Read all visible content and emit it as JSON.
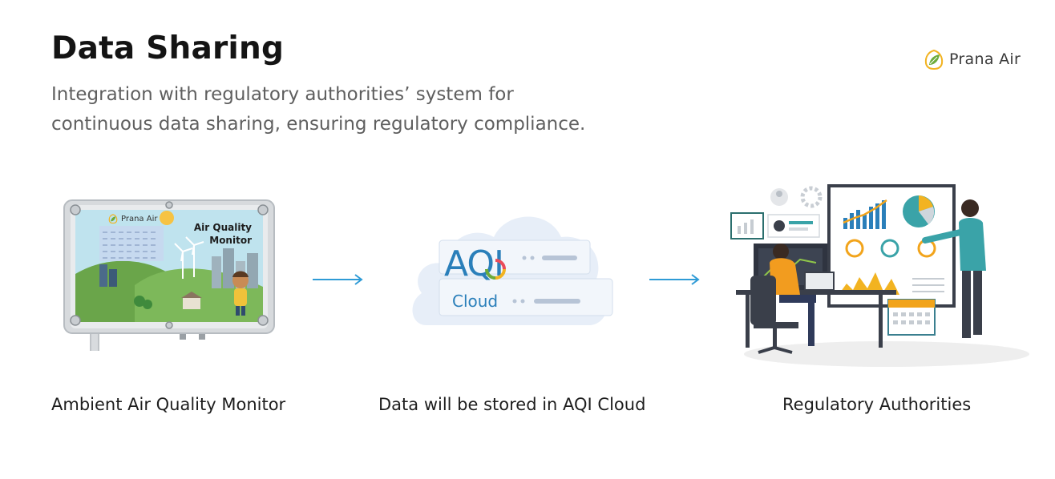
{
  "header": {
    "title": "Data Sharing",
    "subtitle_line1": "Integration with regulatory authorities’ system for",
    "subtitle_line2": "continuous data sharing, ensuring regulatory compliance."
  },
  "brand": {
    "name": "Prana Air",
    "logo_icon": "leaf-icon"
  },
  "steps": [
    {
      "caption": "Ambient Air Quality Monitor",
      "device_brand": "Prana Air",
      "device_label_line1": "Air Quality",
      "device_label_line2": "Monitor"
    },
    {
      "caption": "Data will be stored in AQI Cloud",
      "cloud_title": "AQI",
      "cloud_subtitle": "Cloud"
    },
    {
      "caption": "Regulatory Authorities"
    }
  ],
  "colors": {
    "accent": "#2f9bd6",
    "cloud_fill": "#e7eef8",
    "brand_green": "#6cab3a",
    "title": "#141414",
    "subtitle": "#5f5f5f"
  }
}
